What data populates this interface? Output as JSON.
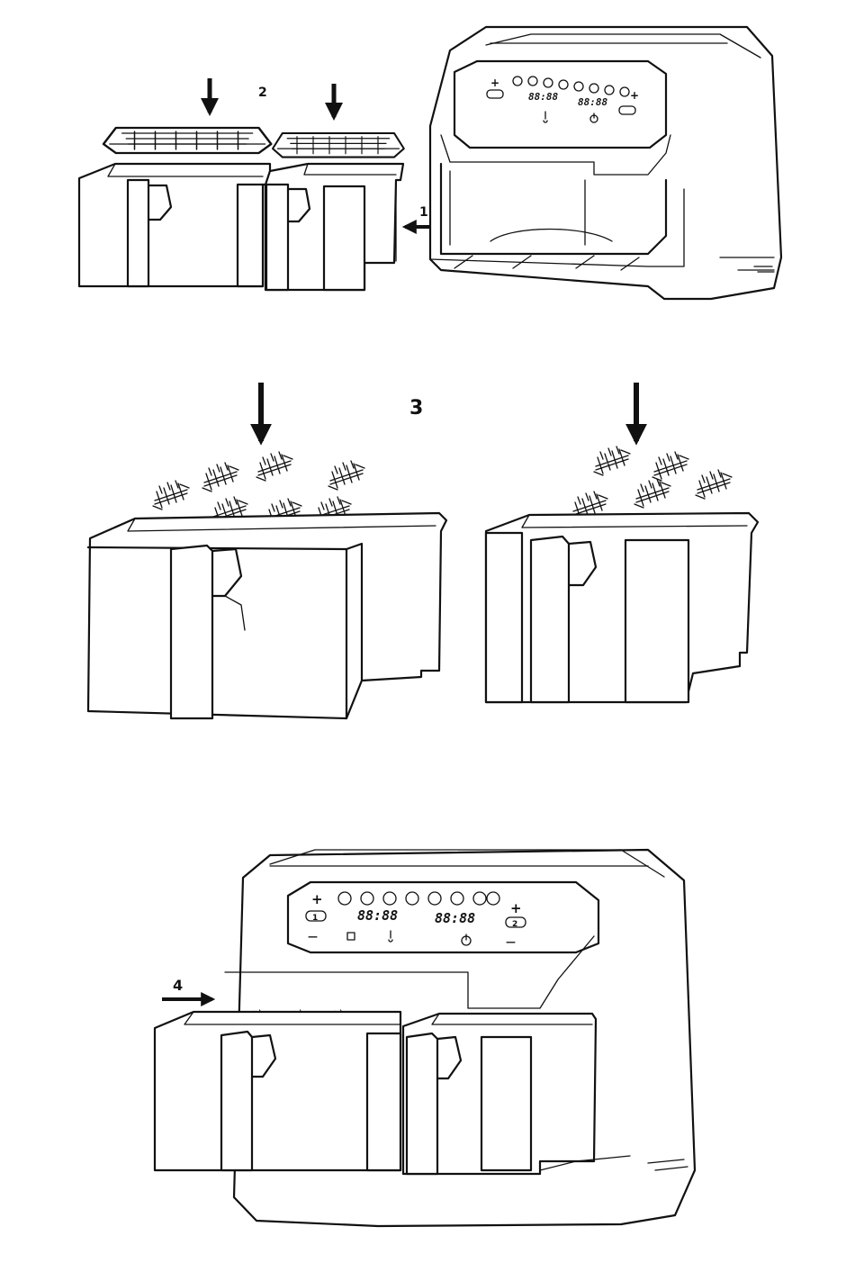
{
  "steps": {
    "s1": "1",
    "s2": "2",
    "s3": "3",
    "s4": "4"
  },
  "panel": {
    "left_display": "88:88",
    "right_display": "88:88",
    "key_left": "1",
    "key_right": "2",
    "plus": "+",
    "minus": "—"
  },
  "icons": [
    "down-arrow-icon",
    "left-arrow-icon",
    "right-arrow-icon",
    "power-icon",
    "thermometer-icon",
    "fan-icon",
    "fries-icon"
  ]
}
